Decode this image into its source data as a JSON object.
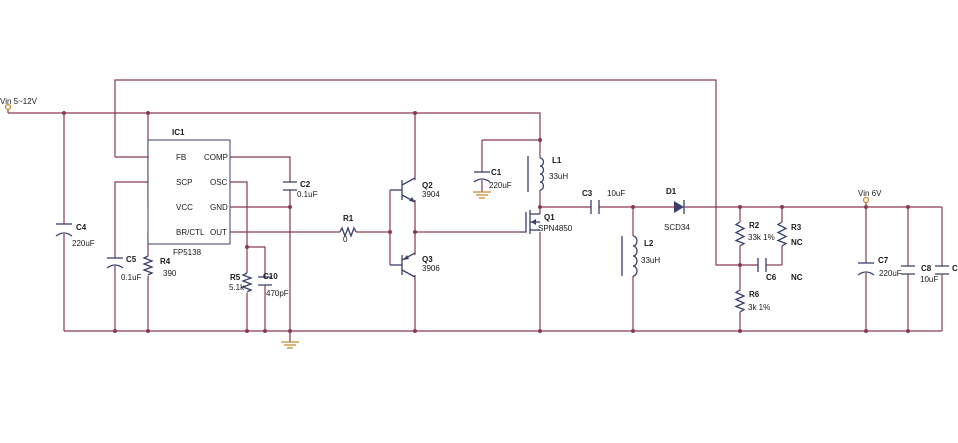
{
  "labels": {
    "vin_in": "Vin 5~12V",
    "vin_out": "Vin 6V",
    "ic1": "IC1",
    "ic1_part": "FP5138",
    "pins": {
      "fb": "FB",
      "scp": "SCP",
      "vcc": "VCC",
      "brctl": "BR/CTL",
      "comp": "COMP",
      "osc": "OSC",
      "gnd": "GND",
      "out": "OUT"
    },
    "c4": "C4",
    "c4_val": "220uF",
    "c5": "C5",
    "c5_val": "0.1uF",
    "r4": "R4",
    "r4_val": "390",
    "c2": "C2",
    "c2_val": "0.1uF",
    "r5": "R5",
    "r5_val": "5.1k",
    "c10": "C10",
    "c10_val": "470pF",
    "r1": "R1",
    "r1_val": "0",
    "q2": "Q2",
    "q2_part": "3904",
    "q3": "Q3",
    "q3_part": "3906",
    "c1": "C1",
    "c1_val": "220uF",
    "l1": "L1",
    "l1_val": "33uH",
    "q1": "Q1",
    "q1_part": "SPN4850",
    "c3": "C3",
    "c3_val": "10uF",
    "l2": "L2",
    "l2_val": "33uH",
    "d1": "D1",
    "d1_part": "SCD34",
    "r2": "R2",
    "r2_val": "33k 1%",
    "r3": "R3",
    "r3_val": "NC",
    "c6": "C6",
    "c6_val": "NC",
    "r6": "R6",
    "r6_val": "3k 1%",
    "c7": "C7",
    "c7_val": "220uF",
    "c8": "C8",
    "c8_val": "10uF",
    "c9": "C"
  },
  "colors": {
    "wire": "#8a3a52",
    "component": "#3a3f6e",
    "ground": "#c8892a"
  }
}
